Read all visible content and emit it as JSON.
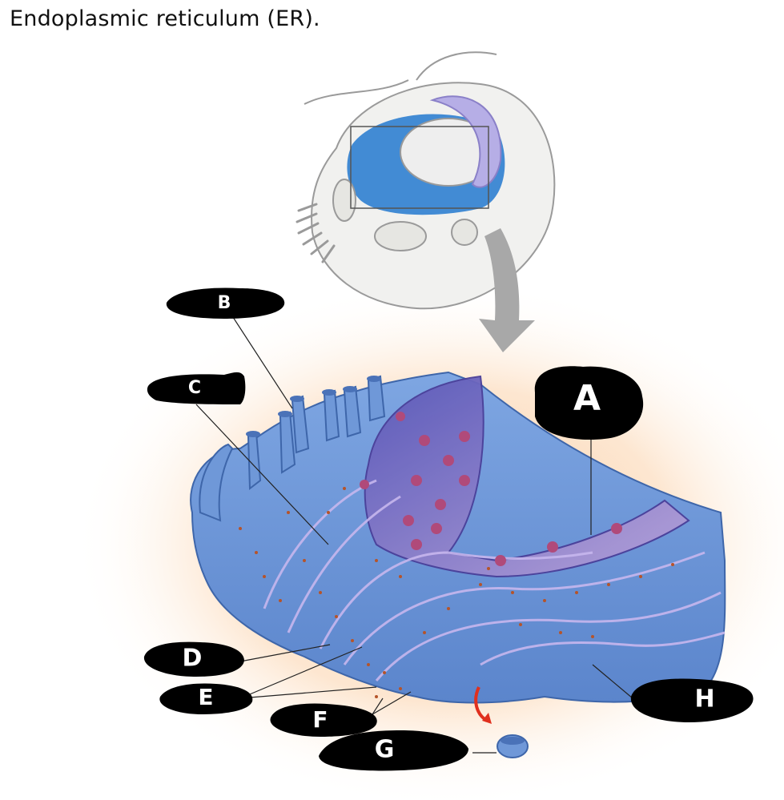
{
  "title": "Endoplasmic reticulum (ER).",
  "labels": {
    "A": "A",
    "B": "B",
    "C": "C",
    "D": "D",
    "E": "E",
    "F": "F",
    "G": "G",
    "H": "H"
  },
  "colors": {
    "er_blue": "#6f98d8",
    "er_dark": "#4a72b8",
    "nucleus_purple": "#7d6bbf",
    "nuclear_pore": "#b04a7a",
    "ribosome": "#b5542a",
    "glow": "#fbd6b0",
    "cell_outline": "#9a9a9a",
    "inset_er": "#2f7fd0",
    "arrow_gray": "#a8a8a8",
    "red_arrow": "#e0301e"
  }
}
